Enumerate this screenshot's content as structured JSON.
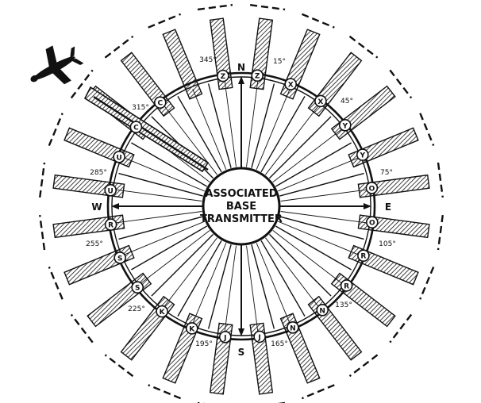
{
  "center_label": {
    "line1": "ASSOCIATED",
    "line2": "BASE",
    "line3": "TRANSMITTER"
  },
  "cardinals": {
    "north": "N",
    "south": "S",
    "east": "E",
    "west": "W"
  },
  "degree_labels": {
    "d345": "345°",
    "d15": "15°",
    "d45": "45°",
    "d75": "75°",
    "d105": "105°",
    "d135": "135°",
    "d165": "165°",
    "d195": "195°",
    "d225": "225°",
    "d255": "255°",
    "d285": "285°",
    "d315": "315°"
  },
  "sector_letters": {
    "s352": "Z",
    "s7": "Z",
    "s22": "X",
    "s37": "X",
    "s52": "Y",
    "s67": "Y",
    "s82": "O",
    "s97": "O",
    "s112": "R",
    "s127": "R",
    "s142": "N",
    "s157": "N",
    "s172": "J",
    "s187": "J",
    "s202": "K",
    "s217": "K",
    "s232": "S",
    "s247": "S",
    "s262": "R",
    "s277": "U",
    "s292": "U",
    "s307": "C",
    "s322": "C"
  },
  "colors": {
    "ink": "#111111",
    "paper": "#ffffff"
  },
  "icons": {
    "aircraft": "aircraft-icon",
    "transmitter": "transmitter-icon"
  }
}
